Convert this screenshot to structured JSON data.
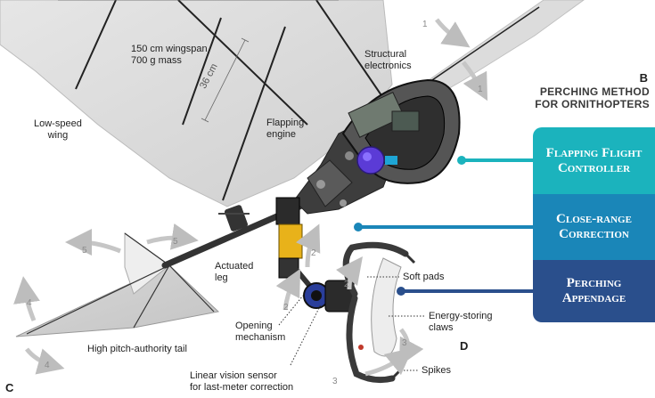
{
  "labels": {
    "wingspan_mass": "150 cm wingspan\n700 g mass",
    "dimension_36cm": "36 cm",
    "structural_electronics": "Structural\nelectronics",
    "low_speed_wing": "Low-speed\nwing",
    "flapping_engine": "Flapping\nengine",
    "actuated_leg": "Actuated\nleg",
    "opening_mechanism": "Opening\nmechanism",
    "high_pitch_tail": "High pitch-authority tail",
    "linear_vision_sensor": "Linear vision sensor\nfor last-meter correction",
    "soft_pads": "Soft pads",
    "energy_storing_claws": "Energy-storing\nclaws",
    "spikes": "Spikes"
  },
  "sections": {
    "b": "B",
    "c": "C",
    "d": "D"
  },
  "method_heading": "PERCHING METHOD\nFOR ORNITHOPTERS",
  "boxes": [
    {
      "text": "Flapping Flight\nController",
      "color": "#1bb3bd"
    },
    {
      "text": "Close-range\nCorrection",
      "color": "#1a86b8"
    },
    {
      "text": "Perching\nAppendage",
      "color": "#2a4f8c"
    }
  ],
  "motion_arrows": [
    "1",
    "1",
    "2",
    "2",
    "2",
    "3",
    "3",
    "4",
    "4",
    "5",
    "5"
  ]
}
